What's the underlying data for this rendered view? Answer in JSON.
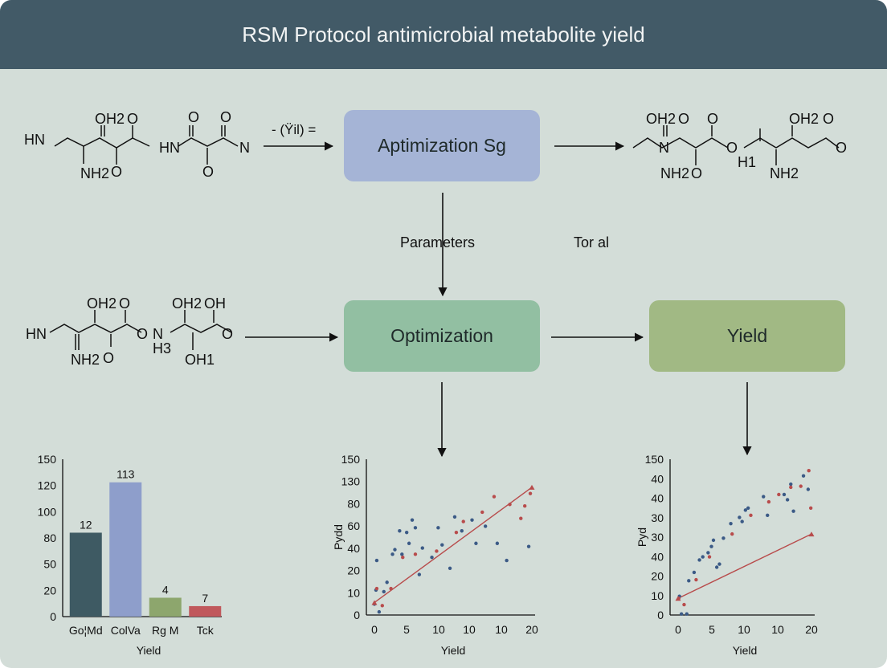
{
  "title": "RSM Protocol antimicrobial metabolite yield",
  "nodes": {
    "top": "Aptimization Sg",
    "middle": "Optimization",
    "right": "Yield"
  },
  "edge_labels": {
    "top_arrow": "- (Ÿil) =",
    "parameters": "Parameters",
    "side": "Tor al"
  },
  "molecules": {
    "top_left": [
      "HN",
      "OH2",
      "O",
      "NH2",
      "O",
      "HN",
      "O",
      "O",
      "N",
      "O"
    ],
    "top_right": [
      "OH2",
      "O",
      "N",
      "NH2",
      "O",
      "O",
      "O",
      "H1",
      "OH2",
      "O",
      "NH2",
      "O"
    ],
    "mid_left": [
      "HN",
      "OH2",
      "O",
      "NH2",
      "O",
      "O",
      "OH2",
      "OH",
      "N",
      "H3",
      "OH1",
      "O"
    ]
  },
  "chart_data": [
    {
      "type": "bar",
      "categories": [
        "Go¦Md",
        "ColVa",
        "Rg M",
        "Tck"
      ],
      "values": [
        80,
        128,
        18,
        10
      ],
      "data_labels": [
        "12",
        "113",
        "4",
        "7"
      ],
      "colors": [
        "#3e5a63",
        "#8e9ecb",
        "#8da66d",
        "#c0585c"
      ],
      "y_ticks": [
        "150",
        "120",
        "100",
        "80",
        "50",
        "20",
        "0"
      ],
      "y_tick_values": [
        150,
        120,
        100,
        80,
        50,
        20,
        0
      ],
      "ylim": [
        0,
        150
      ],
      "xlabel": "Yield",
      "ylabel": ""
    },
    {
      "type": "scatter",
      "xlabel": "Yield",
      "ylabel": "Pydd",
      "x_ticks": [
        "0",
        "5",
        "10",
        "10",
        "10",
        "20"
      ],
      "y_ticks": [
        "150",
        "130",
        "80",
        "60",
        "40",
        "20",
        "10",
        "0"
      ],
      "trend_line": [
        {
          "x": 0,
          "y": 8
        },
        {
          "x": 20,
          "y": 82
        }
      ],
      "series": [
        {
          "color": "#3b5a86",
          "points": [
            [
              0,
              0.7
            ],
            [
              0.2,
              1.6
            ],
            [
              0.6,
              0.2
            ],
            [
              0.3,
              3.5
            ],
            [
              1.2,
              1.5
            ],
            [
              1.6,
              2.1
            ],
            [
              2.3,
              3.9
            ],
            [
              2.6,
              4.2
            ],
            [
              3.2,
              5.4
            ],
            [
              3.5,
              3.9
            ],
            [
              4.1,
              5.3
            ],
            [
              4.4,
              4.6
            ],
            [
              4.8,
              6.1
            ],
            [
              5.2,
              5.6
            ],
            [
              5.7,
              2.6
            ],
            [
              6.1,
              4.3
            ],
            [
              7.3,
              3.7
            ],
            [
              8.1,
              5.6
            ],
            [
              8.6,
              4.5
            ],
            [
              9.6,
              3.0
            ],
            [
              10.2,
              6.3
            ],
            [
              11.1,
              5.4
            ],
            [
              12.4,
              6.1
            ],
            [
              12.9,
              4.6
            ],
            [
              14.1,
              5.7
            ],
            [
              15.6,
              4.6
            ],
            [
              16.8,
              3.5
            ],
            [
              19.6,
              4.4
            ]
          ]
        },
        {
          "color": "#b84c4c",
          "points": [
            [
              0.3,
              1.7
            ],
            [
              1.0,
              0.6
            ],
            [
              2.1,
              1.7
            ],
            [
              3.6,
              3.7
            ],
            [
              5.2,
              3.9
            ],
            [
              7.9,
              4.1
            ],
            [
              10.4,
              5.3
            ],
            [
              11.3,
              6.0
            ],
            [
              13.7,
              6.6
            ],
            [
              15.2,
              7.6
            ],
            [
              17.2,
              7.1
            ],
            [
              18.6,
              6.2
            ],
            [
              19.1,
              7.0
            ],
            [
              19.8,
              7.8
            ]
          ]
        }
      ]
    },
    {
      "type": "scatter",
      "xlabel": "Yield",
      "ylabel": "Pyd",
      "x_ticks": [
        "0",
        "5",
        "10",
        "10",
        "20"
      ],
      "y_ticks": [
        "150",
        "40",
        "40",
        "30",
        "30",
        "40",
        "20",
        "10",
        "0"
      ],
      "trend_line": [
        {
          "x": 0,
          "y": 16
        },
        {
          "x": 20,
          "y": 78
        }
      ],
      "series": [
        {
          "color": "#3b5a86",
          "points": [
            [
              0.2,
              1.8
            ],
            [
              0.5,
              0.1
            ],
            [
              1.3,
              0.1
            ],
            [
              1.6,
              3.3
            ],
            [
              2.4,
              4.1
            ],
            [
              3.2,
              5.3
            ],
            [
              3.7,
              5.6
            ],
            [
              4.5,
              6.0
            ],
            [
              5.0,
              6.6
            ],
            [
              5.3,
              7.2
            ],
            [
              5.8,
              4.6
            ],
            [
              6.2,
              4.9
            ],
            [
              6.8,
              7.4
            ],
            [
              7.9,
              8.8
            ],
            [
              9.2,
              9.4
            ],
            [
              9.6,
              9.0
            ],
            [
              10.1,
              10.1
            ],
            [
              10.5,
              10.3
            ],
            [
              12.8,
              11.4
            ],
            [
              13.4,
              9.6
            ],
            [
              15.9,
              11.6
            ],
            [
              16.4,
              11.1
            ],
            [
              16.9,
              12.6
            ],
            [
              17.3,
              10.0
            ],
            [
              18.8,
              13.4
            ],
            [
              19.5,
              12.1
            ]
          ]
        },
        {
          "color": "#b84c4c",
          "points": [
            [
              0.1,
              1.6
            ],
            [
              0.9,
              1.0
            ],
            [
              2.7,
              3.4
            ],
            [
              4.7,
              5.6
            ],
            [
              8.1,
              7.8
            ],
            [
              10.9,
              9.6
            ],
            [
              13.6,
              10.9
            ],
            [
              15.1,
              11.6
            ],
            [
              16.9,
              12.3
            ],
            [
              18.4,
              12.4
            ],
            [
              19.6,
              13.9
            ],
            [
              19.9,
              10.3
            ]
          ]
        }
      ]
    }
  ]
}
